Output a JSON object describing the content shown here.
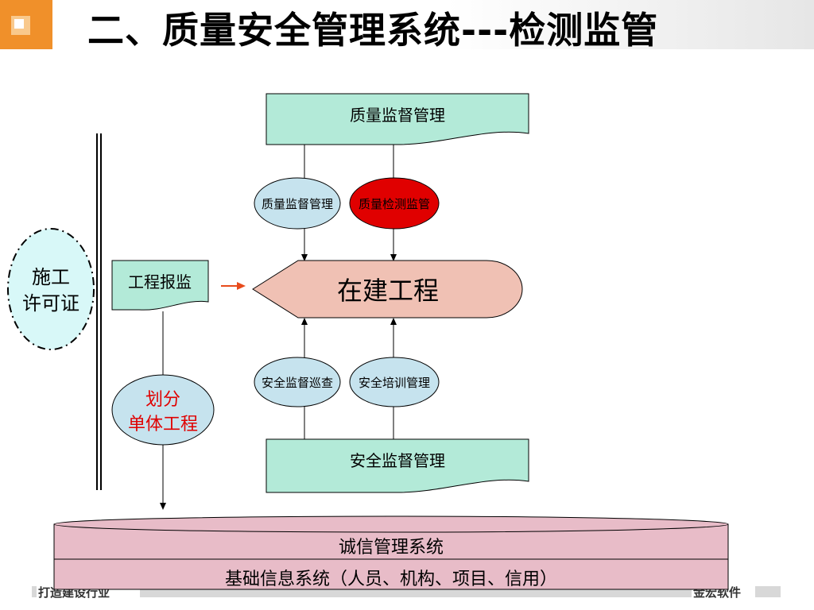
{
  "title": "二、质量安全管理系统---检测监管",
  "diagram": {
    "top_doc": "质量监督管理",
    "top_circle_left": "质量监督管理",
    "top_circle_right": "质量检测监管",
    "center": "在建工程",
    "bottom_circle_left": "安全监督巡查",
    "bottom_circle_right": "安全培训管理",
    "bottom_doc": "安全监督管理",
    "left_doc": "工程报监",
    "left_circle_line1": "划分",
    "left_circle_line2": "单体工程",
    "permit_line1": "施工",
    "permit_line2": "许可证",
    "db_top": "诚信管理系统",
    "db_bottom": "基础信息系统（人员、机构、项目、信用）"
  },
  "footer": {
    "left": "打造建设行业",
    "right": "金宏软件"
  },
  "colors": {
    "mint": "#b3ead8",
    "light_blue": "#c6e3ee",
    "red": "#e00000",
    "salmon": "#f0c1b4",
    "pink": "#e8bcc8",
    "cyan": "#d8f8f8",
    "accent_orange": "#f0902a"
  }
}
